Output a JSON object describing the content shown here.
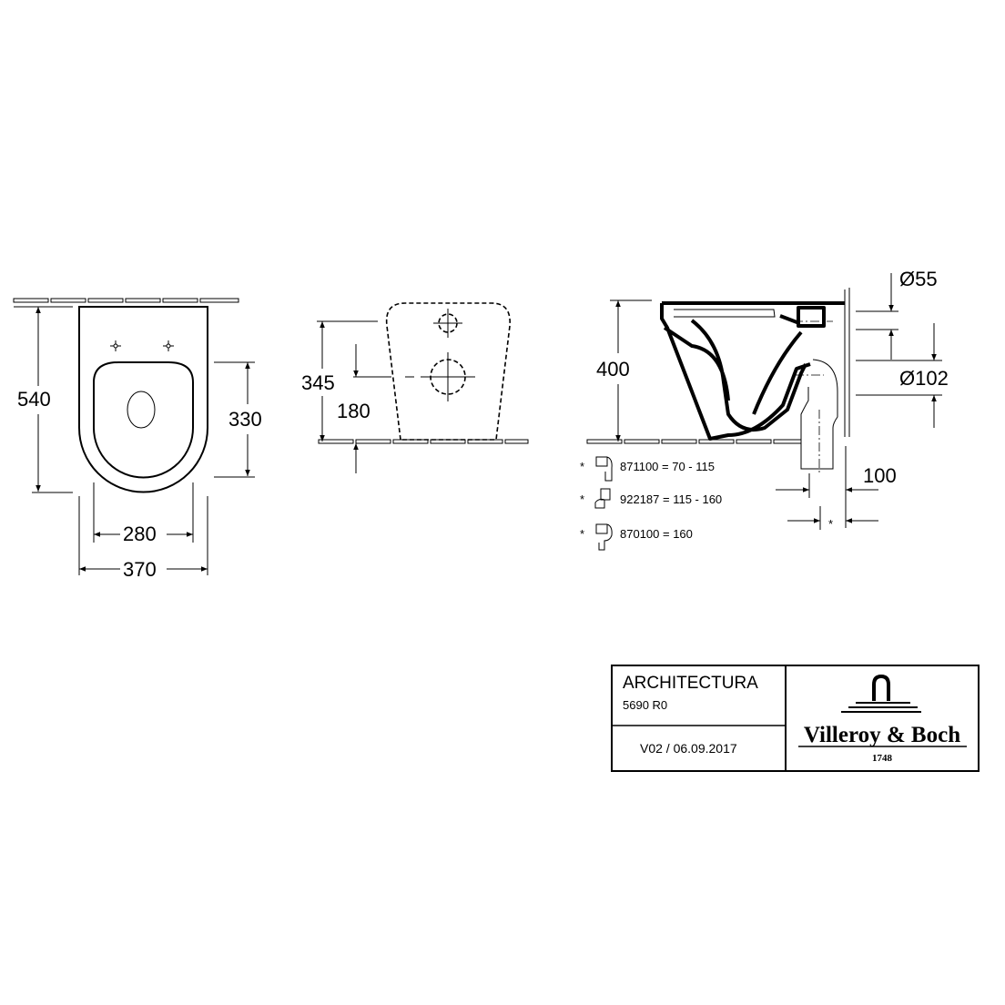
{
  "top_view": {
    "dim_length": "540",
    "dim_seat_length": "330",
    "dim_seat_width": "280",
    "dim_width": "370"
  },
  "front_view": {
    "dim_upper": "345",
    "dim_lower": "180"
  },
  "side_view": {
    "dim_height": "400",
    "dim_inlet": "Ø55",
    "dim_outlet": "Ø102",
    "dim_offset": "100",
    "dim_star": "*",
    "connectors": [
      {
        "mark": "*",
        "label": "871100 = 70 - 115"
      },
      {
        "mark": "*",
        "label": "922187 = 115 - 160"
      },
      {
        "mark": "*",
        "label": "870100 = 160"
      }
    ]
  },
  "title_block": {
    "product": "ARCHITECTURA",
    "code": "5690 R0",
    "version": "V02 / 06.09.2017",
    "brand": "Villeroy & Boch",
    "brand_year": "1748"
  }
}
